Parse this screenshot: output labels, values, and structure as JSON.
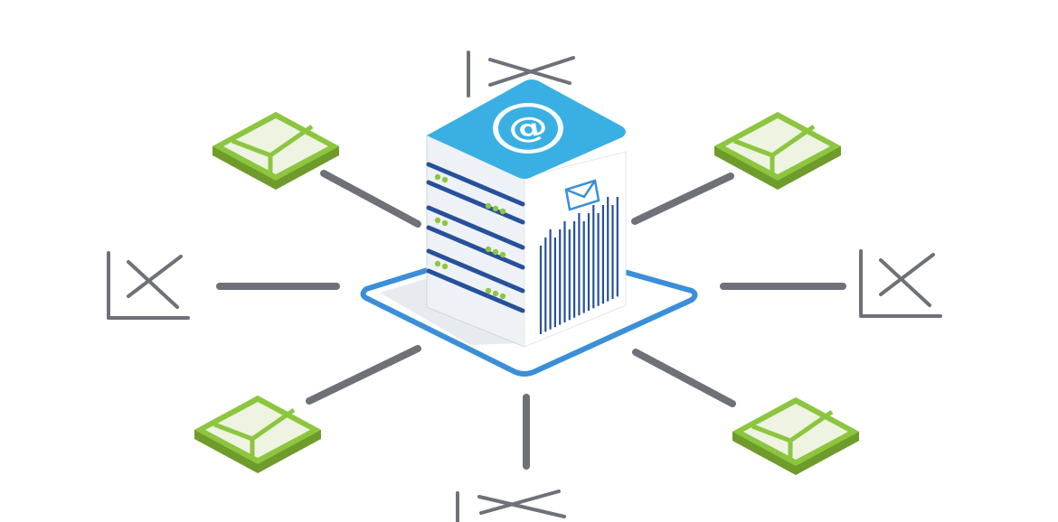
{
  "server": {
    "label": "@",
    "colors": {
      "top": "#3AAFE3",
      "side_left": "#EEF2F6",
      "side_right": "#FFFFFF",
      "stripes": "#27509C",
      "led": "#8DC63F",
      "base_ring": "#3A8FD8"
    }
  },
  "envelopes": {
    "colors": {
      "fill": "#EEF3E2",
      "border": "#8CC63F",
      "shadow": "#6E9B2A"
    },
    "items": [
      "envelope-top-left",
      "envelope-top-right",
      "envelope-bottom-left",
      "envelope-bottom-right"
    ]
  },
  "outline_marks": {
    "colors": {
      "stroke": "#6E7178"
    },
    "items": [
      "mark-top",
      "mark-left",
      "mark-right",
      "mark-bottom"
    ]
  },
  "connectors": {
    "color": "#6E7178"
  }
}
